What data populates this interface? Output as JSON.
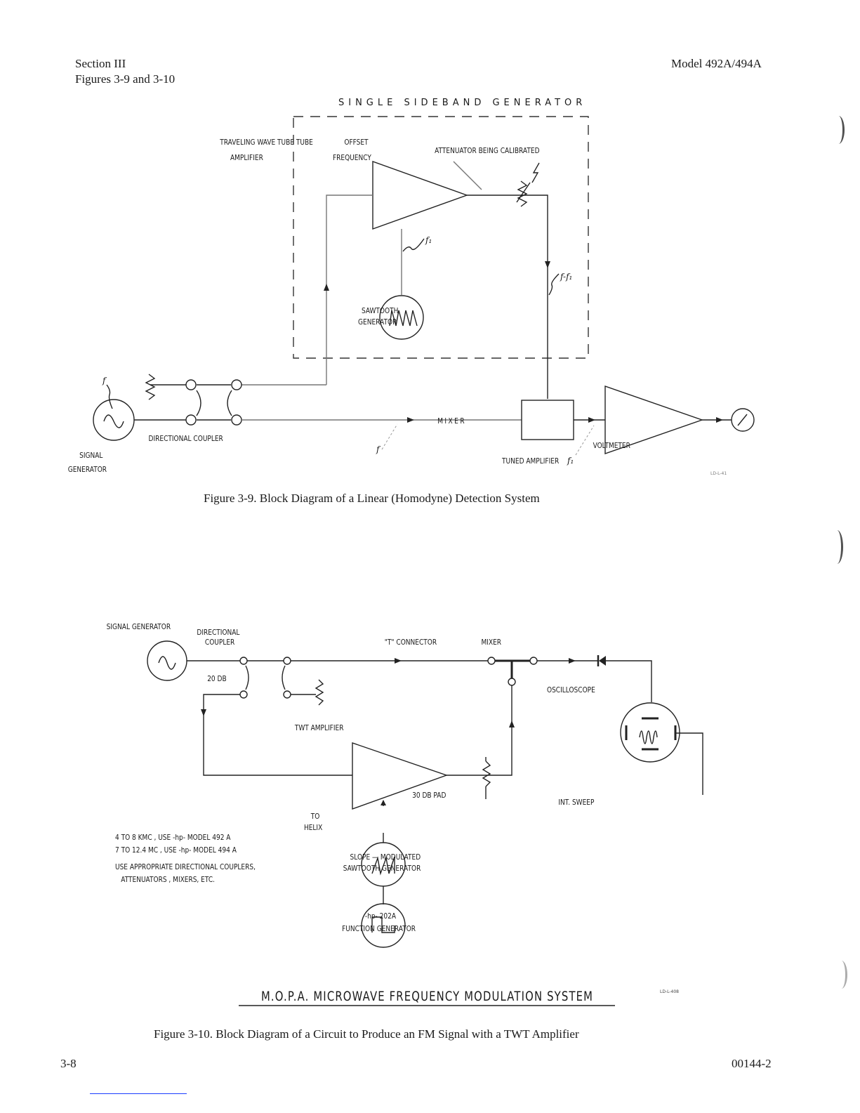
{
  "page_header": {
    "section": "Section III",
    "figures": "Figures 3-9 and 3-10",
    "model": "Model 492A/494A"
  },
  "figure_3_9": {
    "group_title": "SINGLE SIDEBAND GENERATOR",
    "labels": {
      "twt_line1": "TRAVELING WAVE TUBE TUBE",
      "twt_line2": "AMPLIFIER",
      "offset_line1": "OFFSET",
      "offset_line2": "FREQUENCY",
      "attenuator": "ATTENUATOR BEING CALIBRATED",
      "sawtooth_line1": "SAWTOOTH",
      "sawtooth_line2": "GENERATOR",
      "f1_symbol": "f₁",
      "f_minus_f1": "f-f₁",
      "f_symbol": "f",
      "signal_gen_line1": "SIGNAL",
      "signal_gen_line2": "GENERATOR",
      "directional_coupler": "DIRECTIONAL COUPLER",
      "mixer": "MIXER",
      "tuned_amplifier": "TUNED AMPLIFIER",
      "voltmeter": "VOLTMETER",
      "drawing_code": "LD-L-41"
    },
    "caption": "Figure 3-9.  Block Diagram of a Linear (Homodyne) Detection System"
  },
  "figure_3_10": {
    "labels": {
      "signal_generator": "SIGNAL GENERATOR",
      "dir_coupler_line1": "DIRECTIONAL",
      "dir_coupler_line2": "COUPLER",
      "coupling_db": "20 DB",
      "t_connector": "\"T\" CONNECTOR",
      "mixer": "MIXER",
      "oscilloscope": "OSCILLOSCOPE",
      "twt_amplifier": "TWT AMPLIFIER",
      "pad": "30 DB PAD",
      "int_sweep": "INT. SWEEP",
      "to_helix_line1": "TO",
      "to_helix_line2": "HELIX",
      "slope_line1": "SLOPE — MODULATED",
      "slope_line2": "SAWTOOTH GENERATOR",
      "func_line1": "-hp- 202A",
      "func_line2": "FUNCTION GENERATOR"
    },
    "notes": [
      "4 TO 8 KMC , USE -hp- MODEL 492 A",
      "7 TO 12.4 MC , USE -hp- MODEL 494 A",
      "USE APPROPRIATE DIRECTIONAL COUPLERS,",
      "ATTENUATORS , MIXERS, ETC."
    ],
    "title": "M.O.P.A. MICROWAVE FREQUENCY MODULATION SYSTEM",
    "drawing_code": "LD-L-408",
    "caption": "Figure 3-10.  Block Diagram of a Circuit to Produce an FM Signal with a TWT Amplifier"
  },
  "page_footer": {
    "page_number": "3-8",
    "doc_number": "00144-2"
  }
}
